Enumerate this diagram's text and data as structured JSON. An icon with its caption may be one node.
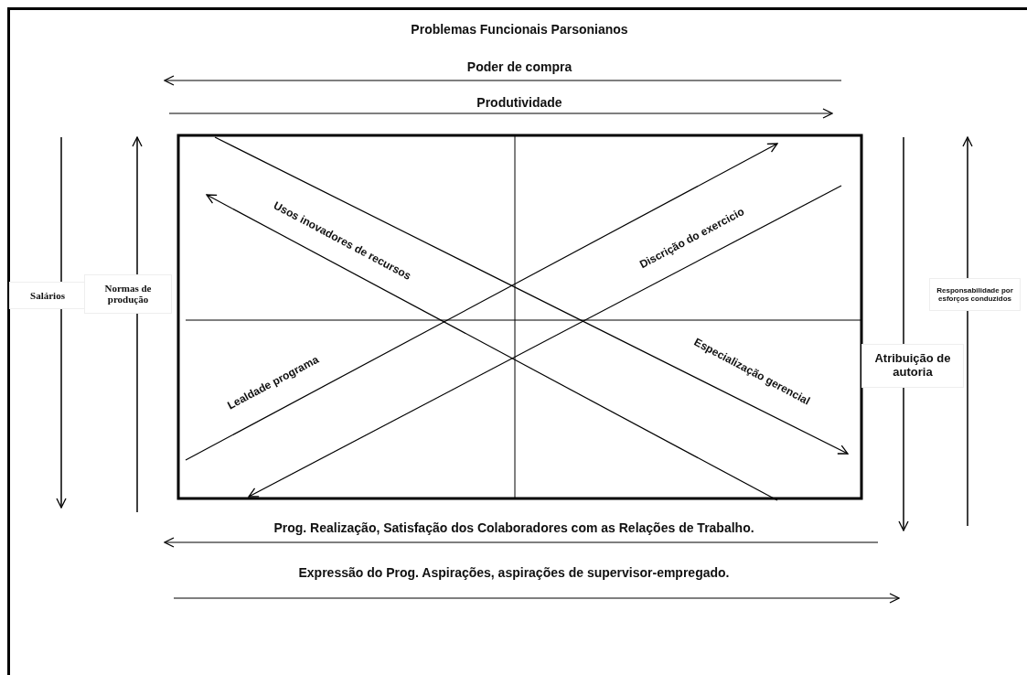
{
  "diagram": {
    "title": "Problemas Funcionais Parsonianos",
    "labels": [
      "Poder de compra",
      "Produtividade",
      "Salários",
      "Normas de produção",
      "Usos inovadores de recursos",
      "Discrição do exercicio",
      "Lealdade programa",
      "Especialização gerencial",
      "Responsabilidade por esforços conduzidos",
      "Atribuição de autoria",
      "Prog. Realização, Satisfação dos Colaboradores com as Relações de Trabalho.",
      "Expressão do Prog. Aspirações, aspirações de supervisor-empregado."
    ]
  }
}
